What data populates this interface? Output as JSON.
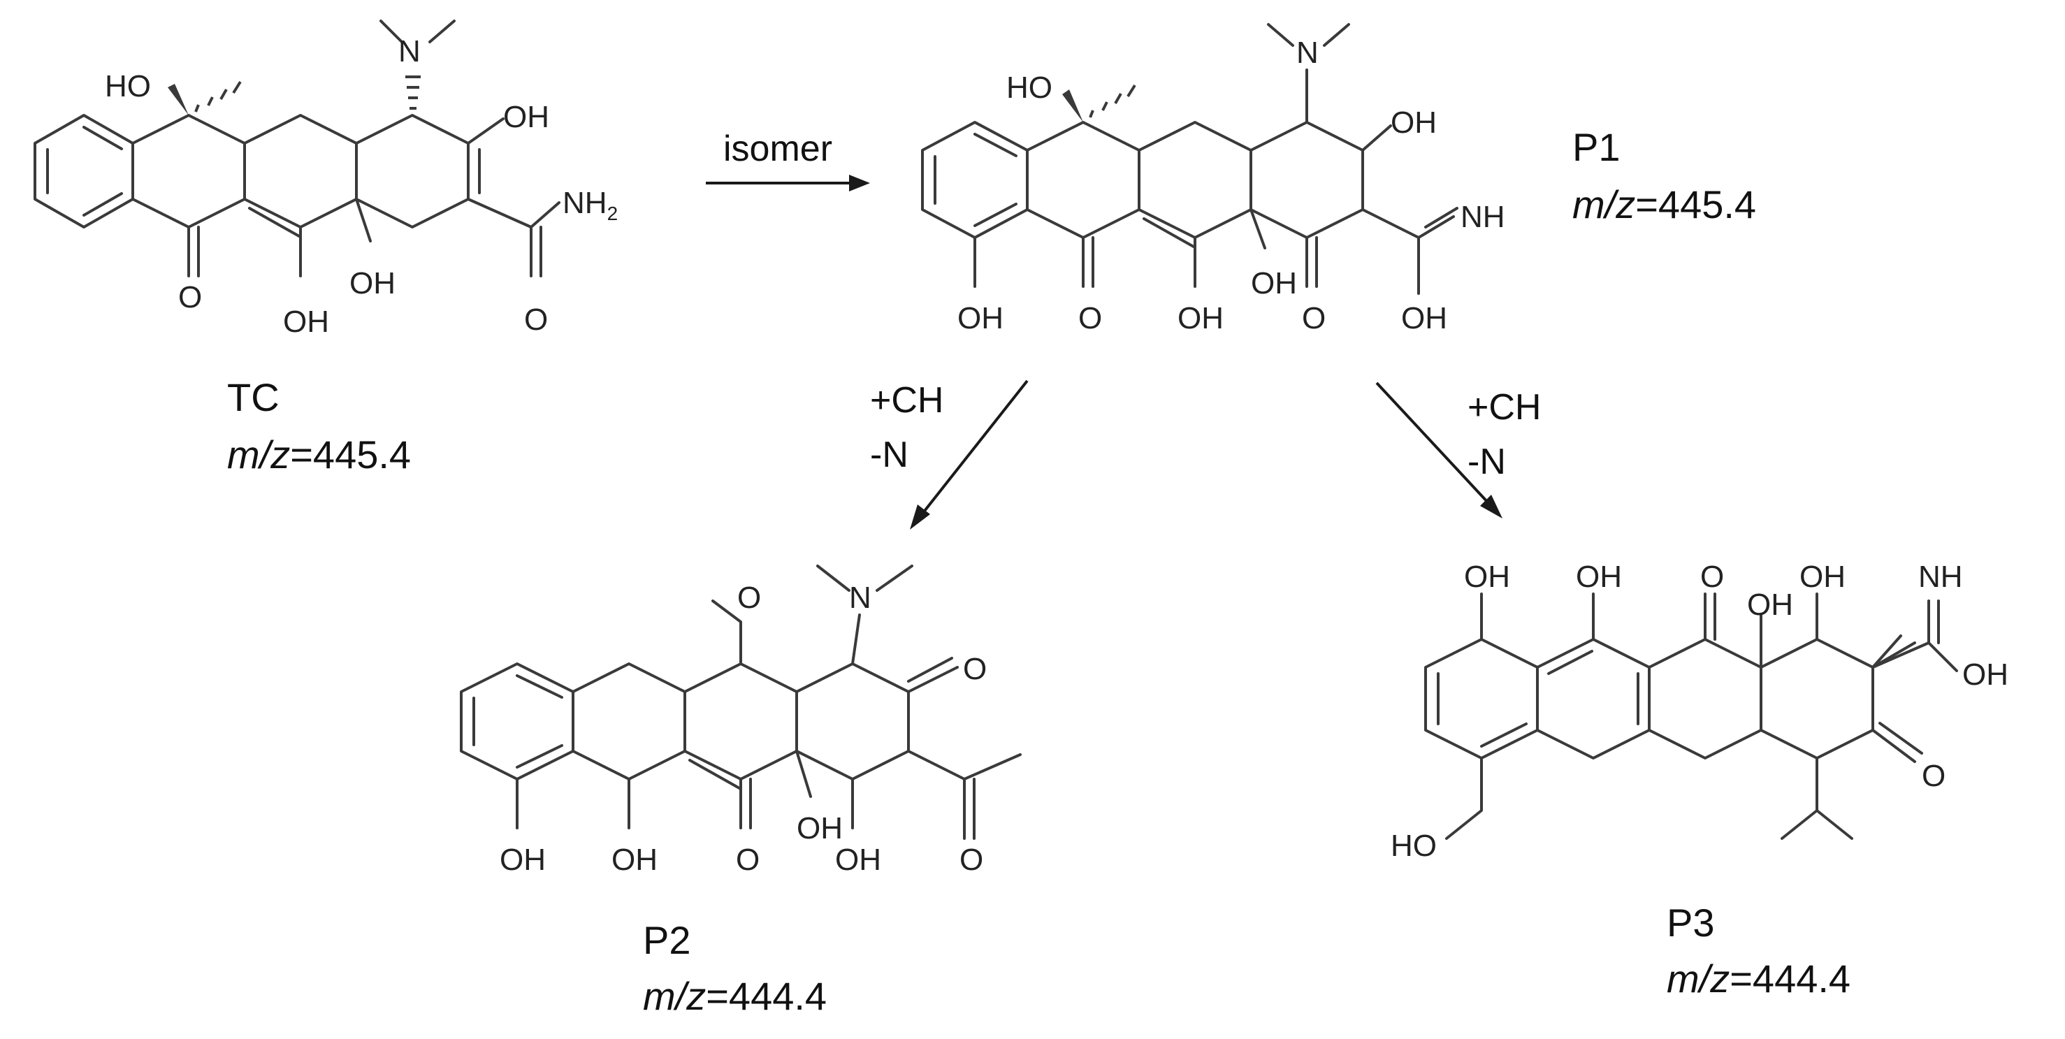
{
  "reaction_labels": {
    "isomer": "isomer",
    "left_add": "+CH",
    "left_remove": "-N",
    "right_add": "+CH",
    "right_remove": "-N"
  },
  "compounds": [
    {
      "name": "TC",
      "mz_label": "m/z",
      "mz_value": "=445.4"
    },
    {
      "name": "P1",
      "mz_label": "m/z",
      "mz_value": "=445.4"
    },
    {
      "name": "P2",
      "mz_label": "m/z",
      "mz_value": "=444.4"
    },
    {
      "name": "P3",
      "mz_label": "m/z",
      "mz_value": "=444.4"
    }
  ],
  "atom_labels": {
    "oh": "OH",
    "ho": "HO",
    "n": "N",
    "nh": "NH",
    "nh2_main": "NH",
    "nh2_sub": "2",
    "o": "O"
  }
}
